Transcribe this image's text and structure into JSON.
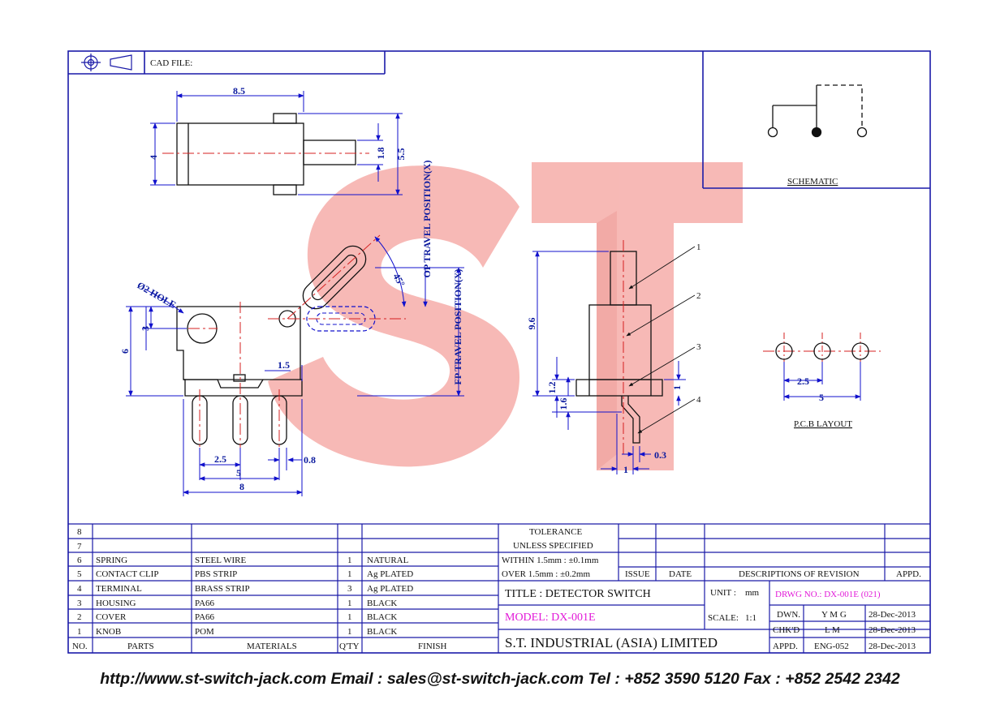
{
  "header": {
    "cad_file_label": "CAD FILE:"
  },
  "schematic": {
    "label": "SCHEMATIC"
  },
  "pcb": {
    "label": "P.C.B LAYOUT",
    "dim_pitch": "2.5",
    "dim_total": "5"
  },
  "watermark": {
    "text": "ST"
  },
  "top_view": {
    "dim_width": "8.5",
    "dim_height": "4",
    "dim_act": "1.8",
    "dim_total": "5.5"
  },
  "front_view": {
    "hole_label": "Ø2 HOLE",
    "dim_hole_y": "3",
    "dim_height": "6",
    "dim_clip": "1.5",
    "dim_pitch": "2.5",
    "dim_two": "5",
    "dim_width": "8",
    "dim_pin": "0.8",
    "angle": "45°",
    "op_label": "OP TRAVEL POSITION(X)",
    "fp_label": "FP TRAVEL POSITION(X)"
  },
  "side_view": {
    "dim_height": "9.6",
    "dim_12": "1.2",
    "dim_16": "1.6",
    "dim_1r": "1",
    "dim_03": "0.3",
    "dim_1b": "1",
    "callouts": [
      "1",
      "2",
      "3",
      "4"
    ]
  },
  "tolerance": {
    "title": "TOLERANCE",
    "subtitle": "UNLESS  SPECIFIED",
    "within": "WITHIN  1.5mm : ±0.1mm",
    "over": "OVER   1.5mm : ±0.2mm"
  },
  "revision": {
    "issue": "ISSUE",
    "date": "DATE",
    "desc": "DESCRIPTIONS  OF  REVISION",
    "appd": "APPD."
  },
  "bom": {
    "headers": {
      "no": "NO.",
      "parts": "PARTS",
      "materials": "MATERIALS",
      "qty": "Q'TY",
      "finish": "FINISH"
    },
    "rows": [
      {
        "no": "8",
        "part": "",
        "material": "",
        "qty": "",
        "finish": ""
      },
      {
        "no": "7",
        "part": "",
        "material": "",
        "qty": "",
        "finish": ""
      },
      {
        "no": "6",
        "part": "SPRING",
        "material": "STEEL WIRE",
        "qty": "1",
        "finish": "NATURAL"
      },
      {
        "no": "5",
        "part": "CONTACT CLIP",
        "material": "PBS STRIP",
        "qty": "1",
        "finish": "Ag PLATED"
      },
      {
        "no": "4",
        "part": "TERMINAL",
        "material": "BRASS STRIP",
        "qty": "3",
        "finish": "Ag PLATED"
      },
      {
        "no": "3",
        "part": "HOUSING",
        "material": "PA66",
        "qty": "1",
        "finish": "BLACK"
      },
      {
        "no": "2",
        "part": "COVER",
        "material": "PA66",
        "qty": "1",
        "finish": "BLACK"
      },
      {
        "no": "1",
        "part": "KNOB",
        "material": "POM",
        "qty": "1",
        "finish": "BLACK"
      }
    ]
  },
  "title_block": {
    "title": "TITLE : DETECTOR SWITCH",
    "model": "MODEL: DX-001E",
    "unit_label": "UNIT :",
    "unit_value": "mm",
    "scale_label": "SCALE:",
    "scale_value": "1:1",
    "drwg_no": "DRWG NO.: DX-001E (021)",
    "company": "S.T.  INDUSTRIAL  (ASIA)  LIMITED",
    "dwn": "DWN.",
    "dwn_by": "Y M G",
    "dwn_date": "28-Dec-2013",
    "chkd": "CHK'D",
    "chkd_by": "L M",
    "chkd_date": "28-Dec-2013",
    "appd": "APPD.",
    "appd_by": "ENG-052",
    "appd_date": "28-Dec-2013"
  },
  "footer": {
    "text": "http://www.st-switch-jack.com  Email : sales@st-switch-jack.com  Tel : +852 3590 5120  Fax : +852 2542 2342"
  },
  "colors": {
    "frame": "#1a1aa8",
    "dim": "#1111cc",
    "center": "#d42020",
    "magenta": "#e21ad8",
    "watermark": "#f07a72"
  }
}
